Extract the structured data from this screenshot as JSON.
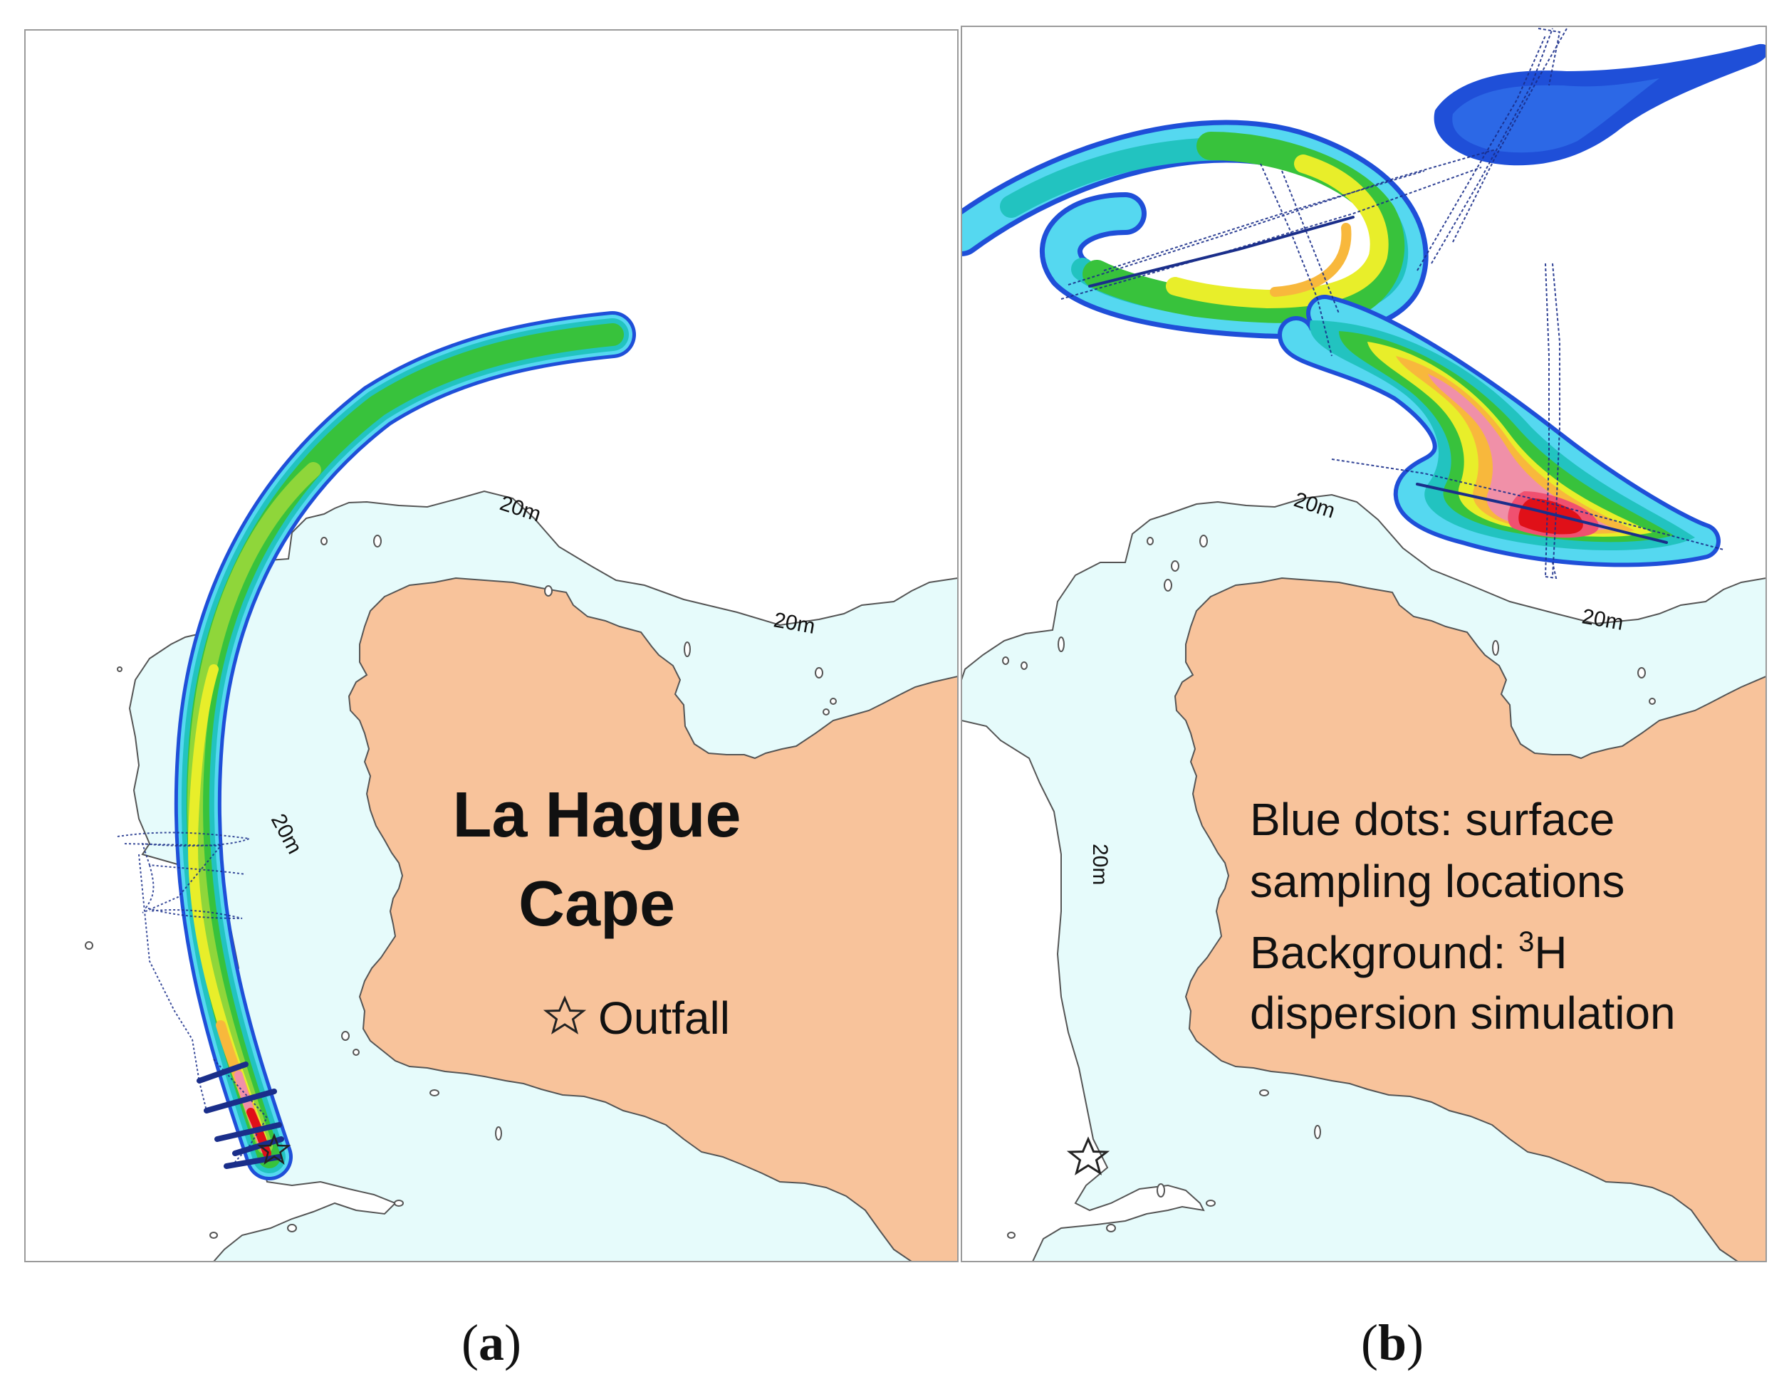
{
  "panels": {
    "a": {
      "caption_open": "(",
      "caption_letter": "a",
      "caption_close": ")",
      "title_line1": "La Hague",
      "title_line2": "Cape",
      "outfall_label": "Outfall",
      "contour_labels": [
        "20m",
        "20m",
        "20m"
      ]
    },
    "b": {
      "caption_open": "(",
      "caption_letter": "b",
      "caption_close": ")",
      "legend_line1": "Blue dots: surface",
      "legend_line2": "sampling locations",
      "legend_line3_prefix": "Background: ",
      "legend_line3_superscript": "3",
      "legend_line3_suffix": "H",
      "legend_line4": "dispersion simulation",
      "contour_labels": [
        "20m",
        "20m",
        "20m"
      ]
    }
  },
  "icons": {
    "outfall_marker": "star-outline-icon"
  },
  "colors": {
    "land": "#f8c39b",
    "shallow_water": "#e6fbfb",
    "deep_water": "#ffffff",
    "contour_line": "#555555",
    "frame": "#9a9a9a",
    "plume_edge": "#1f4fd8",
    "plume_light_blue": "#55d8f0",
    "plume_cyan": "#22c3c0",
    "plume_green": "#38c23c",
    "plume_yellow": "#e8ee2a",
    "plume_orange": "#f8b83c",
    "plume_pink": "#f090a8",
    "plume_red": "#e01018",
    "sampling_dots": "#1a2e8a"
  }
}
